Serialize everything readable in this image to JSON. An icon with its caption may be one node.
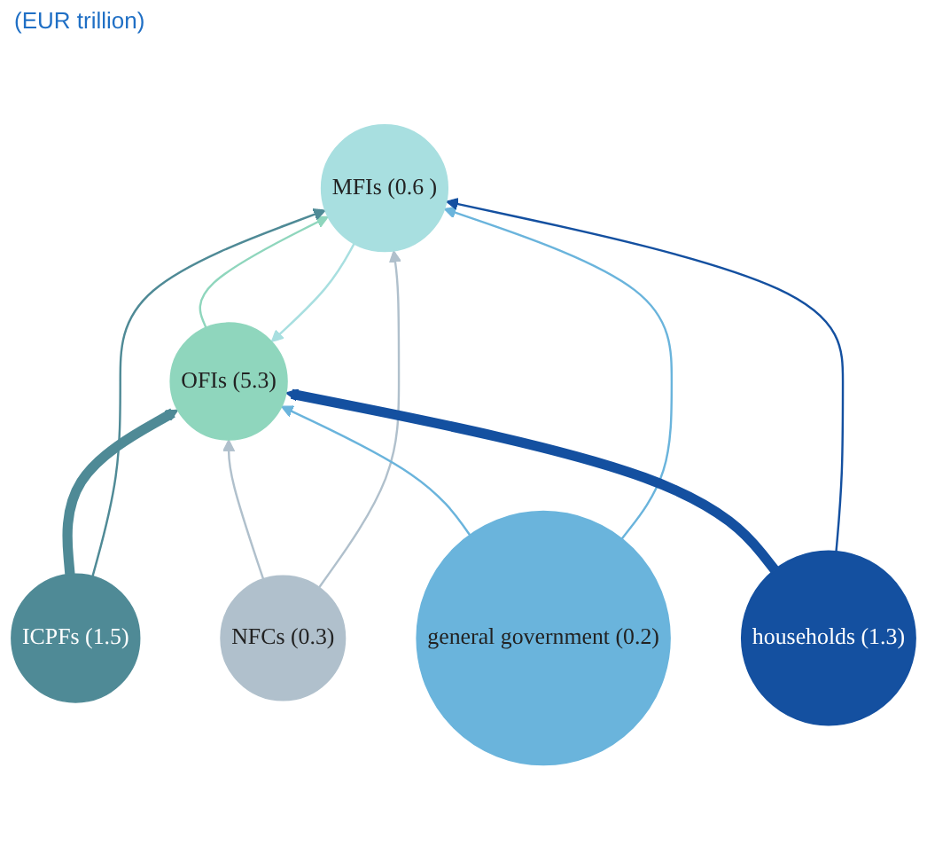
{
  "diagram": {
    "nodes": [
      {
        "text": [
          "OFIs (5.3)"
        ]
      },
      {
        "text": [
          "MFIs (0.6 )"
        ]
      },
      {
        "text": [
          "ICPFs (1.5)"
        ]
      },
      {
        "text": [
          "NFCs (0.3)"
        ]
      },
      {
        "text": [
          "general government (0.2)"
        ]
      },
      {
        "text": [
          "households (1.3)"
        ]
      }
    ],
    "edges": [
      {
        "from": 0,
        "to": 1,
        "arrow": "to",
        "color": "#8fd6bd"
      },
      {
        "from": 1,
        "to": 0,
        "arrow": "to",
        "color": "#a8dfe0"
      },
      {
        "from": 2,
        "to": 0,
        "arrow": "to",
        "style": "thick",
        "color": "#4f8a96"
      },
      {
        "from": 2,
        "to": 1,
        "arrow": "to",
        "color": "#4f8a96"
      },
      {
        "from": 3,
        "to": 0,
        "arrow": "to",
        "color": "#b0c0cc"
      },
      {
        "from": 3,
        "to": 1,
        "arrow": "to",
        "color": "#b0c0cc"
      },
      {
        "from": 4,
        "to": 0,
        "arrow": "to",
        "color": "#6ab4dc"
      },
      {
        "from": 4,
        "to": 1,
        "arrow": "to",
        "color": "#6ab4dc"
      },
      {
        "from": 5,
        "to": 0,
        "arrow": "to",
        "style": "thick",
        "color": "#1450a0"
      },
      {
        "from": 5,
        "to": 1,
        "arrow": "to",
        "color": "#1450a0"
      }
    ],
    "labels": [
      "(EUR trillion)"
    ]
  }
}
